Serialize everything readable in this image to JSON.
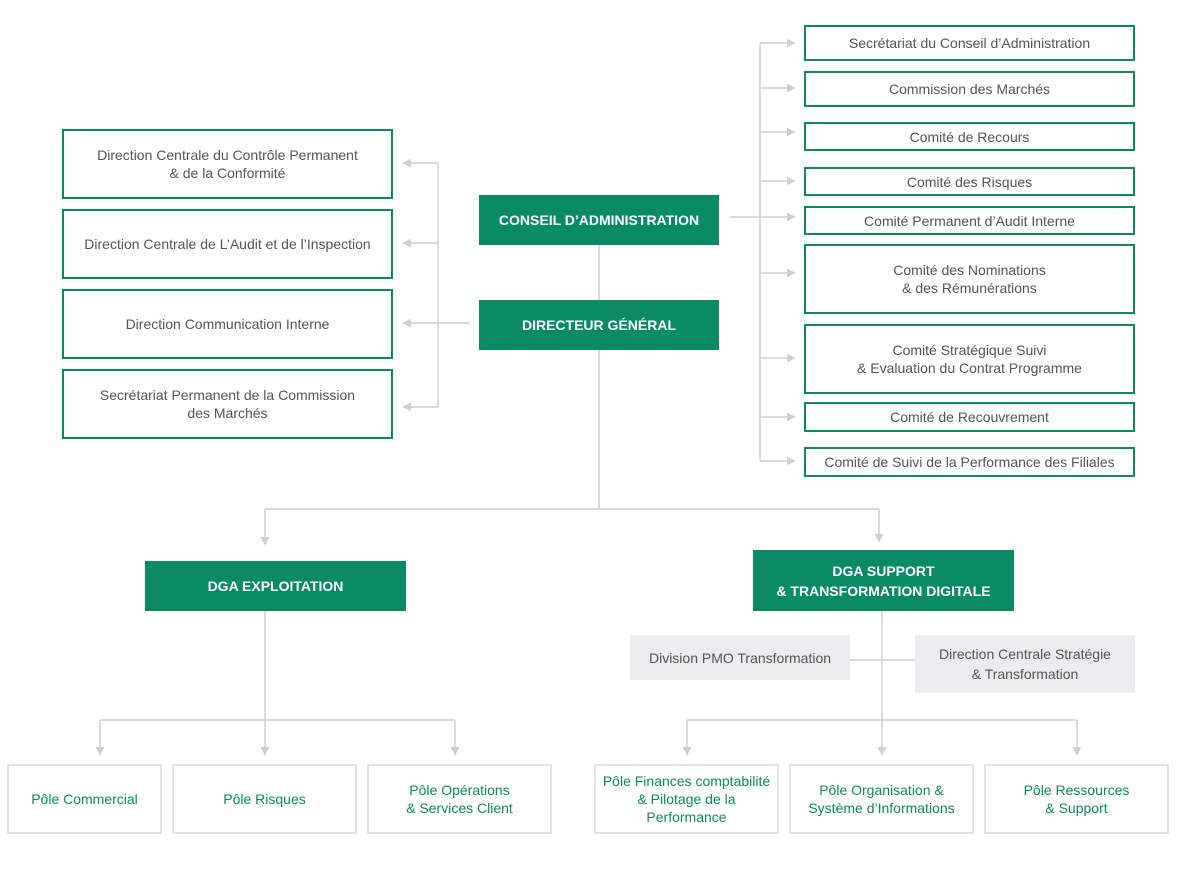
{
  "board": "CONSEIL D’ADMINISTRATION",
  "director": "DIRECTEUR GÉNÉRAL",
  "left_units": [
    "Direction Centrale du Contrôle Permanent\n& de la Conformité",
    "Direction Centrale de L’Audit et de l’Inspection",
    "Direction Communication Interne",
    "Secrétariat Permanent de la Commission\ndes Marchés"
  ],
  "committees": [
    "Secrétariat du Conseil d’Administration",
    "Commission des Marchés",
    "Comité de Recours",
    "Comité des Risques",
    "Comité Permanent d’Audit Interne",
    "Comité des Nominations\n& des Rémunérations",
    "Comité Stratégique Suivi\n& Evaluation du Contrat Programme",
    "Comité de Recouvrement",
    "Comité de Suivi de la Performance des Filiales"
  ],
  "dga_exploitation": {
    "title": "DGA EXPLOITATION",
    "poles": [
      "Pôle Commercial",
      "Pôle Risques",
      "Pôle Opérations\n& Services Client"
    ]
  },
  "dga_support": {
    "title": "DGA SUPPORT\n& TRANSFORMATION DIGITALE",
    "divisions": [
      "Division PMO Transformation",
      "Direction Centrale Stratégie\n& Transformation"
    ],
    "poles": [
      "Pôle Finances comptabilité\n& Pilotage de la\nPerformance",
      "Pôle Organisation &\nSystème d’Informations",
      "Pôle Ressources\n& Support"
    ]
  },
  "colors": {
    "green": "#0a8a65",
    "connector": "#cfcfcf",
    "gray_box": "#ececee"
  }
}
